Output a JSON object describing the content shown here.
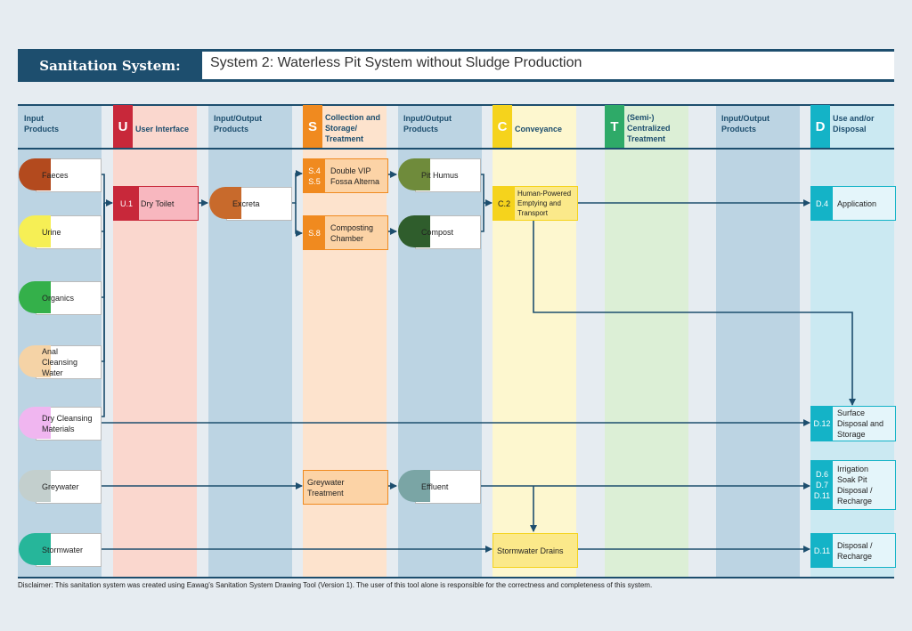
{
  "header": {
    "label": "Sanitation System:",
    "title": "System 2: Waterless Pit System without Sludge Production"
  },
  "columns": {
    "input_products": "Input Products",
    "user_interface": {
      "letter": "U",
      "label": "User Interface"
    },
    "io_products_1": "Input/Output Products",
    "collection": {
      "letter": "S",
      "label": "Collection and Storage/ Treatment"
    },
    "io_products_2": "Input/Output Products",
    "conveyance": {
      "letter": "C",
      "label": "Conveyance"
    },
    "treatment": {
      "letter": "T",
      "label": "(Semi-) Centralized Treatment"
    },
    "io_products_3": "Input/Output Products",
    "disposal": {
      "letter": "D",
      "label": "Use and/or Disposal"
    }
  },
  "inputs": {
    "faeces": "Faeces",
    "urine": "Urine",
    "organics": "Organics",
    "anal": "Anal Cleansing Water",
    "dry_cleansing": "Dry Cleansing Materials",
    "greywater": "Greywater",
    "stormwater": "Stormwater"
  },
  "user_interface": {
    "code": "U.1",
    "label": "Dry Toilet"
  },
  "excreta": "Excreta",
  "storage": {
    "pit": {
      "code": "S.4 S.5",
      "label": "Double VIP Fossa Alterna"
    },
    "compost": {
      "code": "S.8",
      "label": "Composting Chamber"
    },
    "grey": {
      "label": "Greywater Treatment"
    }
  },
  "outputs": {
    "humus": "Pit Humus",
    "compost": "Compost",
    "effluent": "Effluent"
  },
  "conveyance": {
    "hp": {
      "code": "C.2",
      "label": "Human-Powered Emptying and Transport"
    },
    "storm": {
      "label": "Stormwater Drains"
    }
  },
  "disposal": {
    "application": {
      "code": "D.4",
      "label": "Application"
    },
    "surface": {
      "code": "D.12",
      "label": "Surface Disposal and Storage"
    },
    "irrigation": {
      "code": "D.6 D.7 D.11",
      "label": "Irrigation Soak Pit Disposal / Recharge"
    },
    "recharge": {
      "code": "D.11",
      "label": "Disposal / Recharge"
    }
  },
  "disclaimer": "Disclaimer: This sanitation system was created using Eawag’s Sanitation System Drawing Tool (Version 1). The user of this tool alone is responsible for the correctness and completeness of this system.",
  "colors": {
    "navy": "#1d4e6e",
    "user": "#c8283a",
    "storage": "#f08a1f",
    "conveyance": "#f5d31c",
    "treatment": "#2eaa68",
    "disposal": "#14b3c7"
  }
}
